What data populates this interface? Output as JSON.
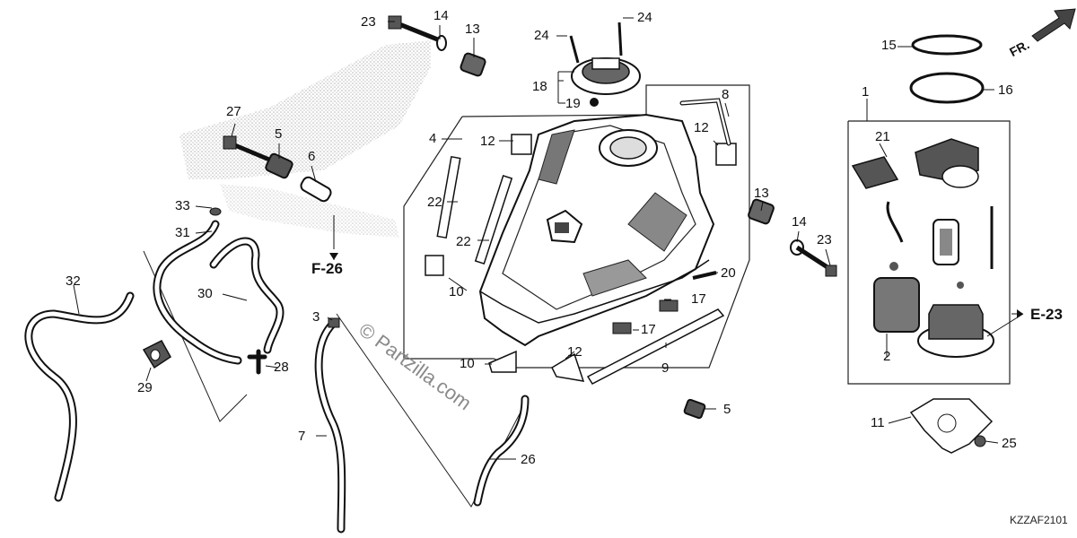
{
  "watermark": "© Partzilla.com",
  "diagram_code": "KZZAF2101",
  "front_indicator": "FR.",
  "references": {
    "f26": "F-26",
    "e23": "E-23"
  },
  "callouts": {
    "c1": "1",
    "c2": "2",
    "c3": "3",
    "c4": "4",
    "c5a": "5",
    "c5b": "5",
    "c6": "6",
    "c7": "7",
    "c8": "8",
    "c9": "9",
    "c10a": "10",
    "c10b": "10",
    "c11": "11",
    "c12a": "12",
    "c12b": "12",
    "c12c": "12",
    "c13a": "13",
    "c13b": "13",
    "c14a": "14",
    "c14b": "14",
    "c15": "15",
    "c16": "16",
    "c17a": "17",
    "c17b": "17",
    "c18": "18",
    "c19": "19",
    "c20": "20",
    "c21": "21",
    "c22a": "22",
    "c22b": "22",
    "c23a": "23",
    "c23b": "23",
    "c24a": "24",
    "c24b": "24",
    "c25": "25",
    "c26": "26",
    "c27": "27",
    "c28": "28",
    "c29": "29",
    "c30": "30",
    "c31": "31",
    "c32": "32",
    "c33": "33"
  }
}
